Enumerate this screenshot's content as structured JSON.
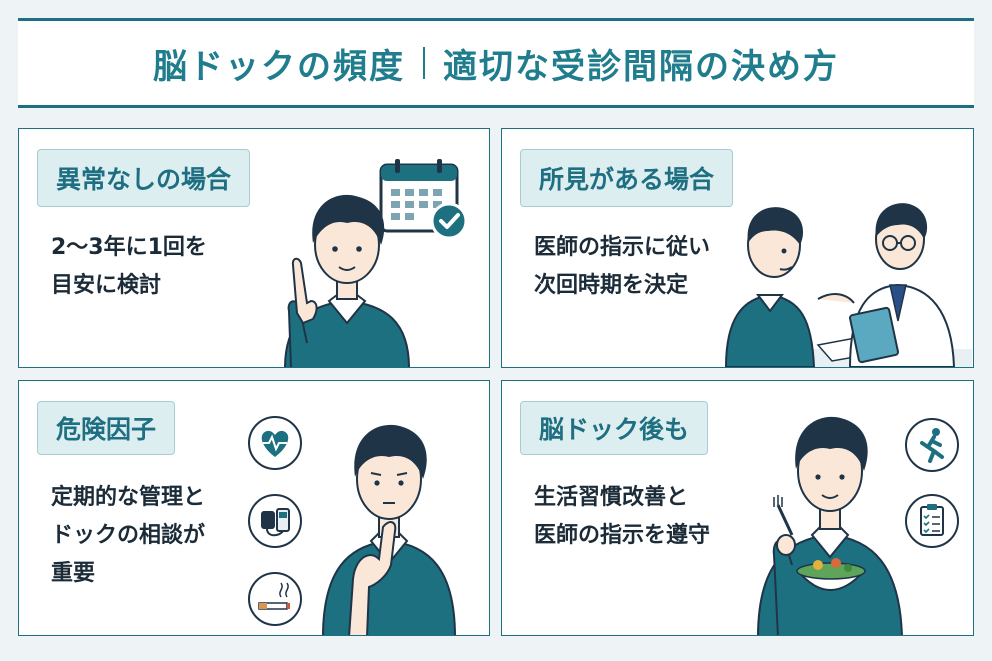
{
  "header": {
    "title_left": "脳ドックの頻度",
    "title_right": "適切な受診間隔の決め方"
  },
  "cards": [
    {
      "label": "異常なしの場合",
      "lines": [
        "2～3年に1回を",
        "目安に検討"
      ]
    },
    {
      "label": "所見がある場合",
      "lines": [
        "医師の指示に従い",
        "次回時期を決定"
      ]
    },
    {
      "label": "危険因子",
      "lines": [
        "定期的な管理と",
        "ドックの相談が",
        "重要"
      ]
    },
    {
      "label": "脳ドック後も",
      "lines": [
        "生活習慣改善と",
        "医師の指示を遵守"
      ]
    }
  ],
  "colors": {
    "accent": "#1f7d8e",
    "border": "#1f6f82",
    "label_bg": "#ddeef0",
    "sweater": "#1d7080",
    "hair": "#1f3447",
    "skin": "#fbe7d8"
  },
  "icons": [
    "calendar-check-icon",
    "doctor-consultation-illustration",
    "heart-pulse-icon",
    "blood-pressure-monitor-icon",
    "cigarette-icon",
    "running-person-icon",
    "clipboard-checklist-icon",
    "salad-bowl-icon"
  ]
}
